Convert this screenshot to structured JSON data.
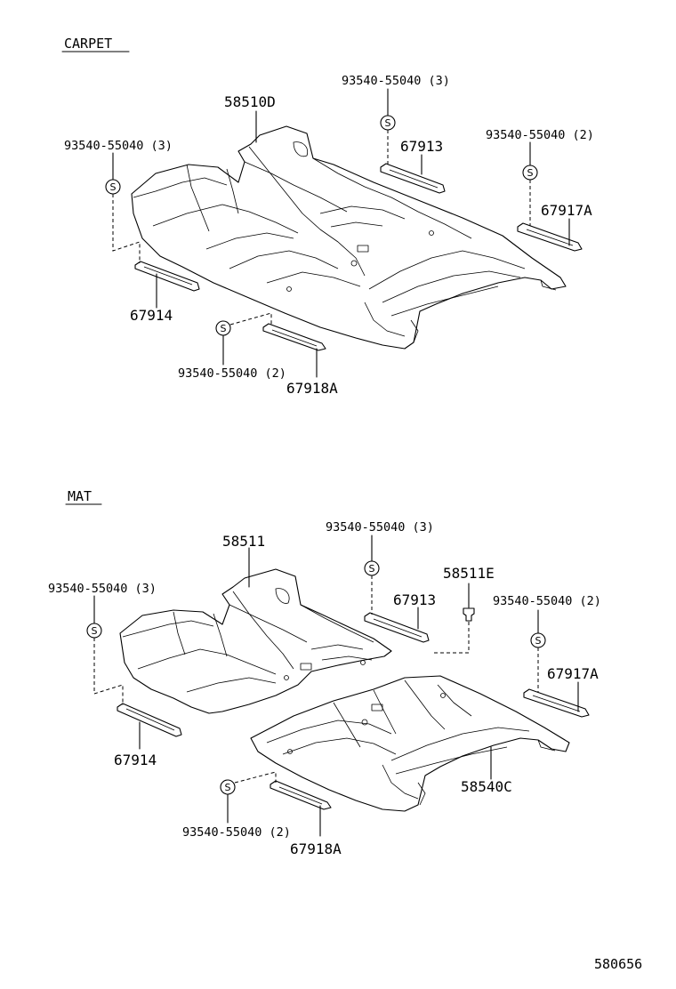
{
  "sections": {
    "carpet": {
      "title": "CARPET",
      "labels": {
        "main_carpet": "58510D",
        "bolt_left": "93540-55040 (3)",
        "bolt_top": "93540-55040 (3)",
        "bolt_right": "93540-55040 (2)",
        "bolt_bottom": "93540-55040 (2)",
        "bracket_67913": "67913",
        "bracket_67914": "67914",
        "bracket_67917a": "67917A",
        "bracket_67918a": "67918A"
      }
    },
    "mat": {
      "title": "MAT",
      "labels": {
        "front_mat": "58511",
        "rear_mat": "58540C",
        "clip": "58511E",
        "bolt_left": "93540-55040 (3)",
        "bolt_top": "93540-55040 (3)",
        "bolt_right": "93540-55040 (2)",
        "bolt_bottom": "93540-55040 (2)",
        "bracket_67913": "67913",
        "bracket_67914": "67914",
        "bracket_67917a": "67917A",
        "bracket_67918a": "67918A"
      }
    }
  },
  "symbols": {
    "screw_symbol": "S"
  },
  "footer": {
    "diagram_code": "580656"
  }
}
